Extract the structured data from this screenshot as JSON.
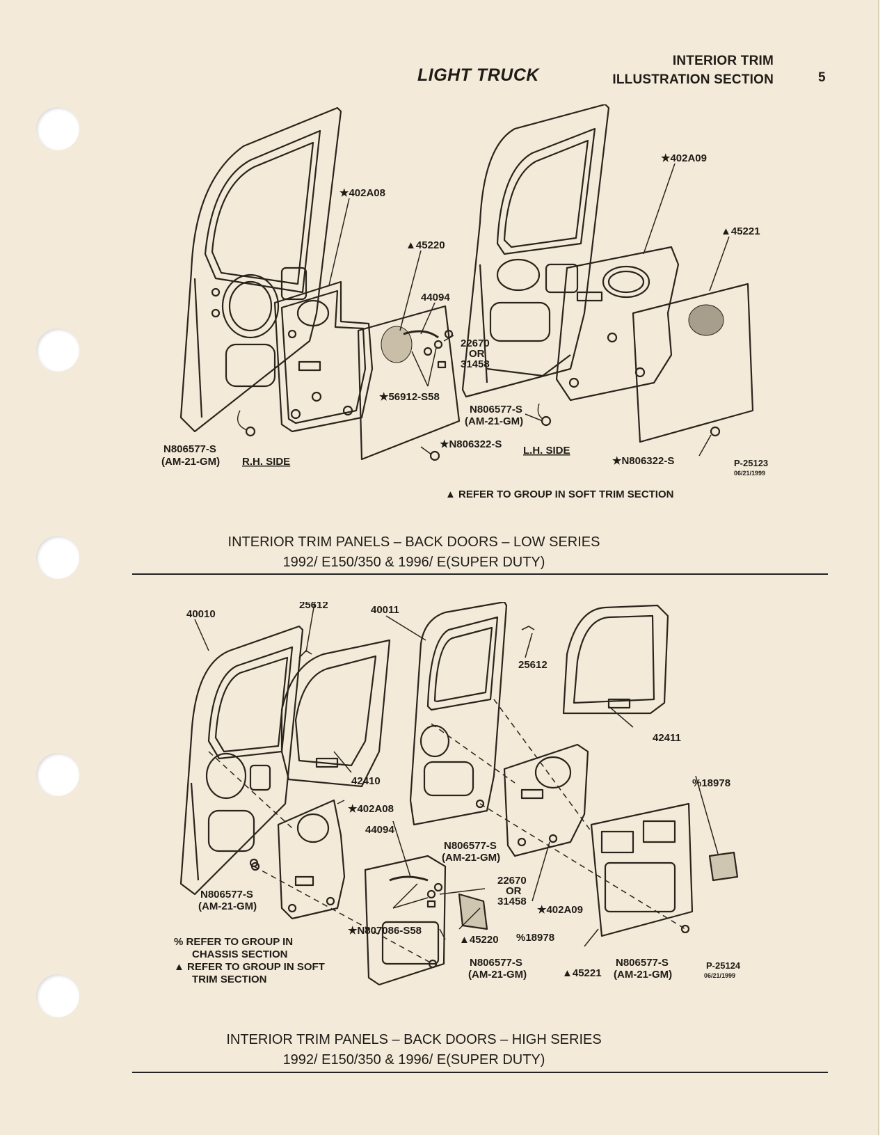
{
  "header": {
    "section_line1": "INTERIOR TRIM",
    "section_line2": "ILLUSTRATION SECTION",
    "page_number": "5",
    "title": "LIGHT TRUCK"
  },
  "figure1": {
    "labels": {
      "p402a08": "★402A08",
      "p45220": "▲45220",
      "p44094": "44094",
      "p22670": "22670",
      "or": "OR",
      "p31458": "31458",
      "p56912": "★56912-S58",
      "n806577_left": "N806577-S",
      "am21_left": "(AM-21-GM)",
      "rh_side": "R.H. SIDE",
      "n806322_mid": "★N806322-S",
      "n806577_mid": "N806577-S",
      "am21_mid": "(AM-21-GM)",
      "lh_side": "L.H. SIDE",
      "p402a09": "★402A09",
      "p45221": "▲45221",
      "n806322_right": "★N806322-S",
      "fig_code": "P-25123",
      "fig_date": "06/21/1999",
      "note": "▲  REFER TO GROUP IN SOFT TRIM SECTION"
    },
    "caption_line1": "INTERIOR TRIM PANELS – BACK DOORS – LOW SERIES",
    "caption_line2": "1992/ E150/350 & 1996/ E(SUPER DUTY)"
  },
  "figure2": {
    "labels": {
      "p40010": "40010",
      "p25612_a": "25612",
      "p40011": "40011",
      "p25612_b": "25612",
      "p42410": "42410",
      "p42411": "42411",
      "p18978_a": "%18978",
      "p402a08": "★402A08",
      "p44094": "44094",
      "n806577_a": "N806577-S",
      "am21_a": "(AM-21-GM)",
      "n806577_b": "N806577-S",
      "am21_b": "(AM-21-GM)",
      "p22670": "22670",
      "or": "OR",
      "p31458": "31458",
      "p402a09": "★402A09",
      "n807086": "★N807086-S58",
      "p45220": "▲45220",
      "p18978_b": "%18978",
      "n806577_c": "N806577-S",
      "am21_c": "(AM-21-GM)",
      "p45221": "▲45221",
      "n806577_d": "N806577-S",
      "am21_d": "(AM-21-GM)",
      "fig_code": "P-25124",
      "fig_date": "06/21/1999",
      "note1_a": "%  REFER TO GROUP IN",
      "note1_b": "CHASSIS SECTION",
      "note2_a": "▲  REFER TO GROUP IN SOFT",
      "note2_b": "TRIM SECTION"
    },
    "caption_line1": "INTERIOR TRIM PANELS – BACK DOORS – HIGH SERIES",
    "caption_line2": "1992/ E150/350 & 1996/ E(SUPER DUTY)"
  }
}
